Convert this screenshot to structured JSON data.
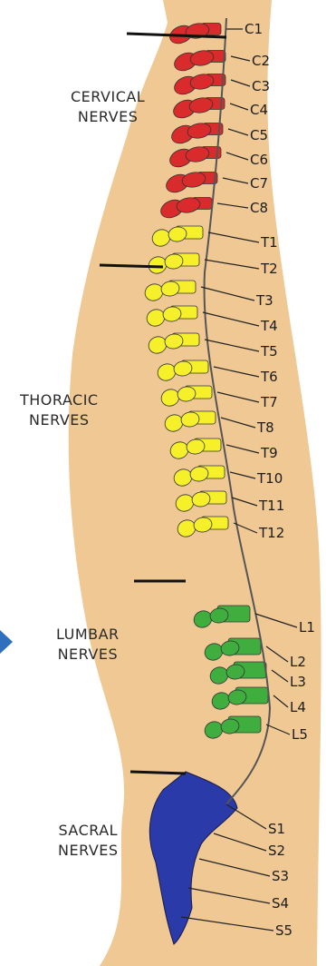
{
  "groups": {
    "cervical": {
      "line1": "CERVICAL",
      "line2": "NERVES",
      "color": "#d92b2b"
    },
    "thoracic": {
      "line1": "THORACIC",
      "line2": "NERVES",
      "color": "#f5f02a"
    },
    "lumbar": {
      "line1": "LUMBAR",
      "line2": "NERVES",
      "color": "#3fae3f"
    },
    "sacral": {
      "line1": "SACRAL",
      "line2": "NERVES",
      "color": "#2a3aa8"
    }
  },
  "vertebrae": {
    "cervical": [
      "C1",
      "C2",
      "C3",
      "C4",
      "C5",
      "C6",
      "C7",
      "C8"
    ],
    "thoracic": [
      "T1",
      "T2",
      "T3",
      "T4",
      "T5",
      "T6",
      "T7",
      "T8",
      "T9",
      "T10",
      "T11",
      "T12"
    ],
    "lumbar": [
      "L1",
      "L2",
      "L3",
      "L4",
      "L5"
    ],
    "sacral": [
      "S1",
      "S2",
      "S3",
      "S4",
      "S5"
    ]
  },
  "colors": {
    "body": "#efc894",
    "bone_outline": "#333333",
    "spinal_line": "#555555",
    "arrow": "#2e6fbe"
  },
  "icons": [
    "chevron-right-icon"
  ]
}
